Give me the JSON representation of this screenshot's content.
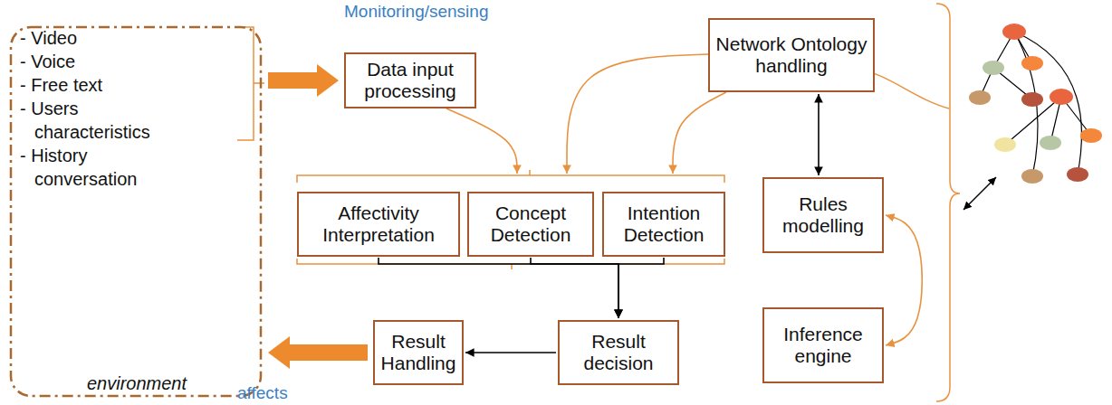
{
  "diagram": {
    "nodes": [
      {
        "text": [
          "- Video",
          "- Voice",
          "- Free text",
          "- Users characteristics",
          "- History conversation",
          "environment"
        ]
      },
      {
        "text": [
          "Data input processing"
        ]
      },
      {
        "text": [
          "Network Ontology handling"
        ]
      },
      {
        "text": [
          "Affectivity Interpretation"
        ]
      },
      {
        "text": [
          "Concept Detection"
        ]
      },
      {
        "text": [
          "Intention Detection"
        ]
      },
      {
        "text": [
          "Rules modelling"
        ]
      },
      {
        "text": [
          "Result Handling"
        ]
      },
      {
        "text": [
          "Result decision"
        ]
      },
      {
        "text": [
          "Inference engine"
        ]
      }
    ],
    "edges": [
      {
        "from": 0,
        "to": 1,
        "arrow": "to"
      },
      {
        "from": 1,
        "to": 4,
        "arrow": "to"
      },
      {
        "from": 2,
        "to": 4,
        "arrow": "to"
      },
      {
        "from": 2,
        "to": 5,
        "arrow": "to"
      },
      {
        "from": 2,
        "to": 6,
        "arrow": "both"
      },
      {
        "from": 6,
        "to": 9,
        "arrow": "both"
      },
      {
        "from": 3,
        "to": 8,
        "arrow": "to"
      },
      {
        "from": 4,
        "to": 8,
        "arrow": "to"
      },
      {
        "from": 5,
        "to": 8,
        "arrow": "to"
      },
      {
        "from": 8,
        "to": 7,
        "arrow": "to"
      },
      {
        "from": 7,
        "to": 0,
        "arrow": "to"
      }
    ],
    "labels": [
      "Monitoring/sensing",
      "affects"
    ]
  }
}
